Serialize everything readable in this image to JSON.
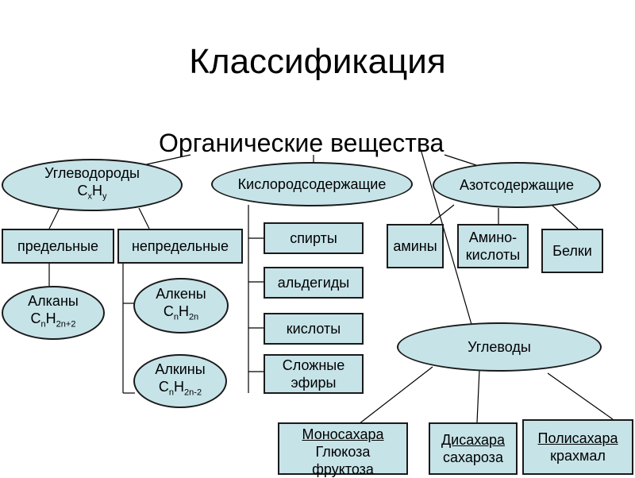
{
  "title": "Классификация",
  "subtitle": "Органические вещества",
  "groups": {
    "hydrocarbons": {
      "label": "Углеводороды",
      "formula": {
        "main": "C",
        "sub1": "x",
        "mid": "H",
        "sub2": "y"
      }
    },
    "oxygen": {
      "label": "Кислородсодержащие"
    },
    "nitrogen": {
      "label": "Азотсодержащие"
    }
  },
  "hydrocarbon_types": {
    "saturated": "предельные",
    "unsaturated": "непредельные"
  },
  "alkanes": {
    "label": "Алканы",
    "formula": {
      "main": "C",
      "sub1": "n",
      "mid": "H",
      "sub2": "2n+2"
    }
  },
  "alkenes": {
    "label": "Алкены",
    "formula": {
      "main": "C",
      "sub1": "n",
      "mid": "H",
      "sub2": "2n"
    }
  },
  "alkynes": {
    "label": "Алкины",
    "formula": {
      "main": "C",
      "sub1": "n",
      "mid": "H",
      "sub2": "2n-2"
    }
  },
  "oxygen_classes": {
    "alcohols": "спирты",
    "aldehydes": "альдегиды",
    "acids": "кислоты",
    "esters_line1": "Сложные",
    "esters_line2": "эфиры"
  },
  "nitrogen_classes": {
    "amines": "амины",
    "amino_acids_line1": "Амино-",
    "amino_acids_line2": "кислоты",
    "proteins": "Белки"
  },
  "carbohydrates": {
    "label": "Углеводы",
    "mono": {
      "title": "Моносахара",
      "line2": "Глюкоза",
      "line3": "фруктоза"
    },
    "di": {
      "title": "Дисахара",
      "line2": "сахароза"
    },
    "poly": {
      "title": "Полисахара",
      "line2": "крахмал"
    }
  },
  "colors": {
    "node_fill": "#c6e3e8",
    "border": "#1a1a1a",
    "line": "#000000"
  }
}
